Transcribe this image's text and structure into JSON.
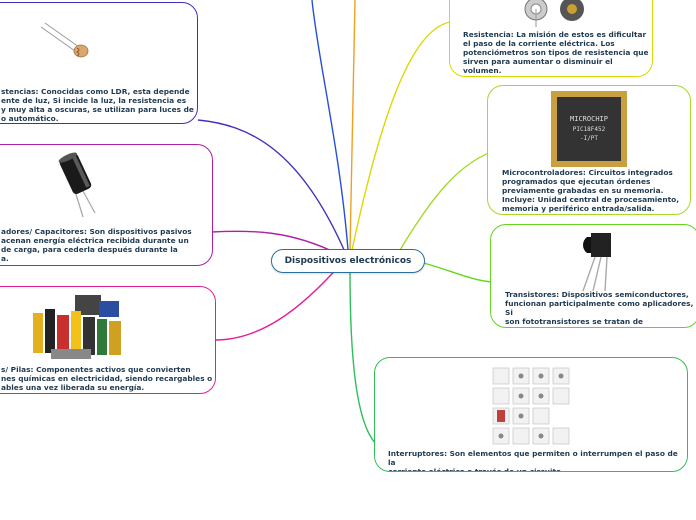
{
  "central": {
    "label": "Dispositivos electrónicos"
  },
  "nodes": {
    "ldr": {
      "text": "stencias: Conocidas como LDR, esta depende\nente de luz, Si incide la luz, la resistencia es\ny muy alta a oscuras, se utilizan para luces de\no automático.",
      "color": "#3f2fbf"
    },
    "capacitor": {
      "text": "adores/ Capacitores: Son dispositivos pasivos\nacenan energía eléctrica recibida durante un\nde carga, para cederla después durante la\na.",
      "color": "#b01fa8"
    },
    "battery": {
      "text": "s/ Pilas: Componentes activos que convierten\nnes químicas en electricidad, siendo recargables o\nables una vez liberada su energía.",
      "color": "#e0209a"
    },
    "resistor": {
      "text": "Resistencia: La misión de estos es dificultar\nel paso de la corriente eléctrica. Los\npotenciómetros son tipos de resistencia que\nsirven para aumentar o disminuir el\nvolumen.",
      "color": "#d9d900"
    },
    "micro": {
      "text": "Microcontroladores: Circuitos integrados\nprogramados que ejecutan órdenes\npreviamente grabadas en su memoria.\nIncluye: Unidad central de procesamiento,\nmemoria y periférico entrada/salida.",
      "color": "#a5d92a",
      "chip_text": "MICROCHIP\nPIC18F452\n-I/PT"
    },
    "transistor": {
      "text": "Transistores: Dispositivos semiconductores,\nfuncionan participalmente como aplicadores, Si\nson fototransistores se tratan de componentes\nsensibles a la luz.",
      "color": "#62d620"
    },
    "switch": {
      "text": "Interruptores: Son elementos que permiten o interrumpen el paso de la\ncorriente eléctrica a través de un circuito.",
      "color": "#2fbf5a"
    }
  },
  "top_branches": {
    "blue": "#2a4fd6",
    "orange": "#f0a020"
  }
}
